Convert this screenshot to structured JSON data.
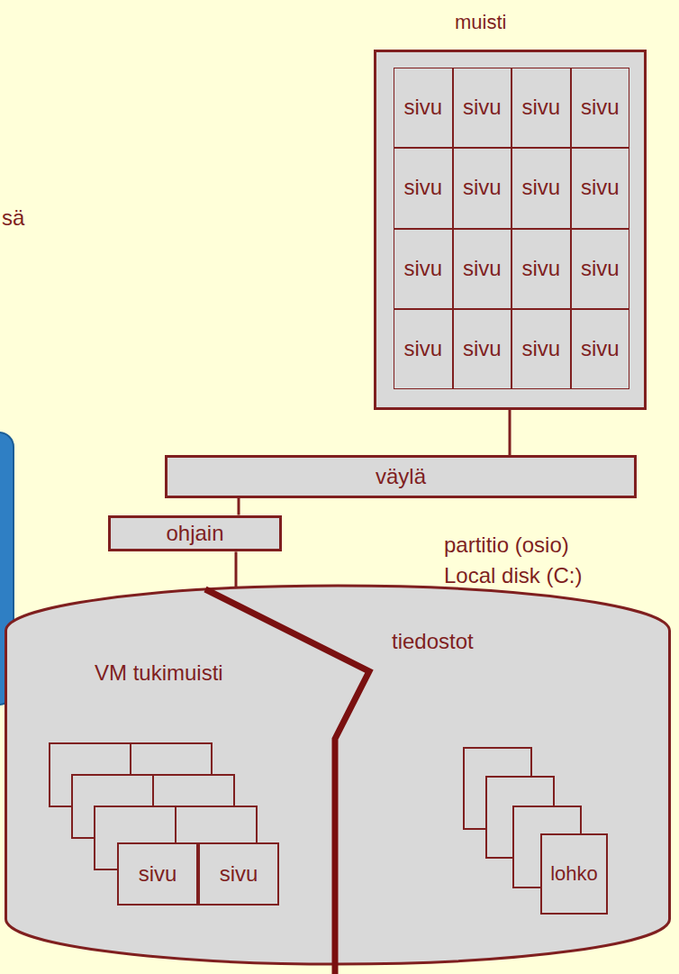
{
  "diagram": {
    "nodes": [
      {
        "text": [
          "muisti"
        ]
      },
      {
        "text": [
          "sivu"
        ],
        "in": 0
      },
      {
        "text": [
          "sivu"
        ],
        "in": 0
      },
      {
        "text": [
          "sivu"
        ],
        "in": 0
      },
      {
        "text": [
          "sivu"
        ],
        "in": 0
      },
      {
        "text": [
          "sivu"
        ],
        "in": 0
      },
      {
        "text": [
          "sivu"
        ],
        "in": 0
      },
      {
        "text": [
          "sivu"
        ],
        "in": 0
      },
      {
        "text": [
          "sivu"
        ],
        "in": 0
      },
      {
        "text": [
          "sivu"
        ],
        "in": 0
      },
      {
        "text": [
          "sivu"
        ],
        "in": 0
      },
      {
        "text": [
          "sivu"
        ],
        "in": 0
      },
      {
        "text": [
          "sivu"
        ],
        "in": 0
      },
      {
        "text": [
          "sivu"
        ],
        "in": 0
      },
      {
        "text": [
          "sivu"
        ],
        "in": 0
      },
      {
        "text": [
          "sivu"
        ],
        "in": 0
      },
      {
        "text": [
          "sivu"
        ],
        "in": 0
      },
      {
        "text": [
          "väylä"
        ]
      },
      {
        "text": [
          "ohjain"
        ]
      },
      {
        "text": [
          "partitio (osio) Local disk (C:)",
          "VM tukimuisti",
          "tiedostot"
        ]
      },
      {
        "text": [
          "sivu"
        ],
        "in": 19
      },
      {
        "text": [
          "sivu"
        ],
        "in": 19
      },
      {
        "text": [
          "lohko"
        ],
        "in": 19
      }
    ],
    "edges": [
      {
        "from": 0,
        "to": 17,
        "arrow": "none"
      },
      {
        "from": 17,
        "to": 18,
        "arrow": "none"
      },
      {
        "from": 18,
        "to": 19,
        "arrow": "none"
      }
    ],
    "labels": [
      "sä"
    ]
  }
}
